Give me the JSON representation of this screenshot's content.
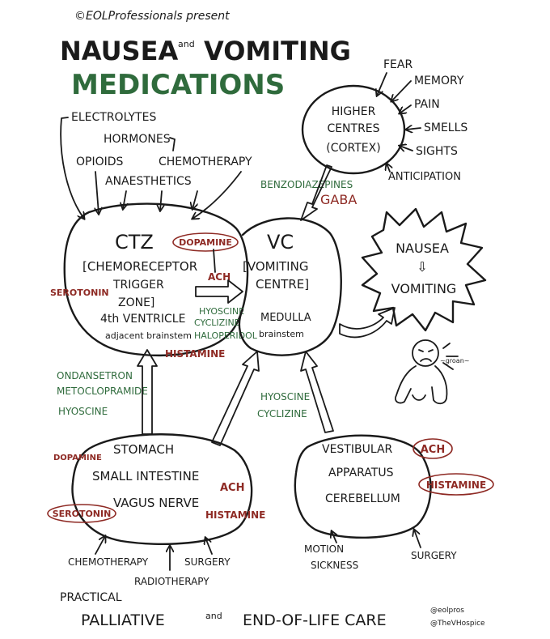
{
  "header": {
    "presenter": "©EOLProfessionals present",
    "title_part1": "NAUSEA",
    "title_and": "and",
    "title_part2": "VOMITING",
    "subtitle": "MEDICATIONS"
  },
  "higher_centres": {
    "line1": "HIGHER",
    "line2": "CENTRES",
    "line3": "(CORTEX)",
    "inputs": [
      "FEAR",
      "MEMORY",
      "PAIN",
      "SMELLS",
      "SIGHTS",
      "ANTICIPATION"
    ]
  },
  "ctz_inputs": {
    "electrolytes": "ELECTROLYTES",
    "hormones": "HORMONES",
    "opioids": "OPIOIDS",
    "chemotherapy": "CHEMOTHERAPY",
    "anaesthetics": "ANAESTHETICS"
  },
  "cortex_meds": {
    "drug": "BENZODIAZEPINES",
    "receptor": "GABA"
  },
  "ctz": {
    "title": "CTZ",
    "receptor_badge": "DOPAMINE",
    "line1": "[CHEMORECEPTOR",
    "line2": "TRIGGER",
    "line3": "ZONE]",
    "line4": "4th VENTRICLE",
    "line5": "adjacent brainstem",
    "serotonin": "SEROTONIN",
    "histamine": "HISTAMINE",
    "ach": "ACH",
    "drugs_between": [
      "HYOSCINE",
      "CYCLIZINE",
      "HALOPERIDOL"
    ]
  },
  "vc": {
    "title": "VC",
    "line1": "[VOMITING",
    "line2": "CENTRE]",
    "line3": "MEDULLA",
    "line4": "brainstem"
  },
  "outcome": {
    "line1": "NAUSEA",
    "line2": "VOMITING",
    "arrow": "⇩",
    "figure_sound": "~groan~"
  },
  "gut_meds": [
    "ONDANSETRON",
    "METOCLOPRAMIDE",
    "HYOSCINE"
  ],
  "vestibular_meds": [
    "HYOSCINE",
    "CYCLIZINE"
  ],
  "stomach": {
    "line1": "STOMACH",
    "line2": "SMALL INTESTINE",
    "line3": "VAGUS NERVE",
    "dopamine": "DOPAMINE",
    "serotonin": "SEROTONIN",
    "ach": "ACH",
    "histamine": "HISTAMINE",
    "inputs": [
      "CHEMOTHERAPY",
      "RADIOTHERAPY",
      "SURGERY"
    ]
  },
  "vestibular": {
    "line1": "VESTIBULAR",
    "line2": "APPARATUS",
    "line3": "CEREBELLUM",
    "ach": "ACH",
    "histamine": "HISTAMINE",
    "input_motion_1": "MOTION",
    "input_motion_2": "SICKNESS",
    "input_surgery": "SURGERY"
  },
  "footer": {
    "practical": "PRACTICAL",
    "part1": "PALLIATIVE",
    "and": "and",
    "part2": "END-OF-LIFE CARE",
    "handle1": "@eolpros",
    "handle2": "@TheVHospice"
  },
  "colors": {
    "ink": "#1a1a1a",
    "green": "#2f6b3c",
    "red": "#8e2a24"
  }
}
